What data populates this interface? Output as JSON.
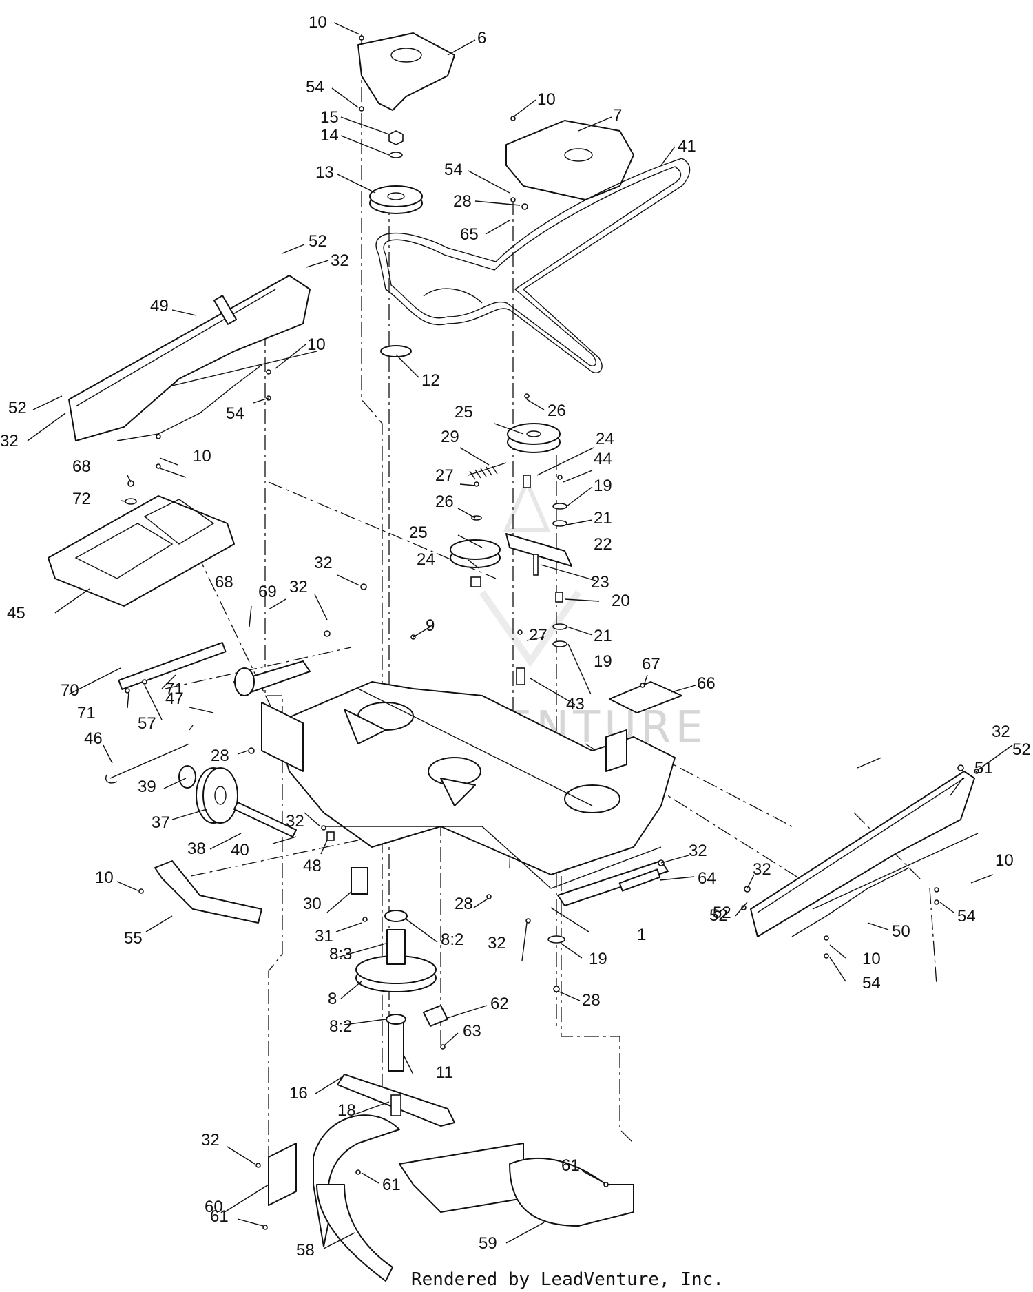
{
  "watermark": "LEADVENTURE",
  "footer": "Rendered by LeadVenture, Inc.",
  "callouts": [
    "10",
    "6",
    "54",
    "15",
    "14",
    "13",
    "10",
    "7",
    "41",
    "54",
    "28",
    "65",
    "52",
    "32",
    "49",
    "10",
    "12",
    "52",
    "32",
    "10",
    "54",
    "26",
    "25",
    "29",
    "24",
    "44",
    "27",
    "19",
    "26",
    "21",
    "25",
    "22",
    "68",
    "72",
    "24",
    "23",
    "20",
    "45",
    "32",
    "68",
    "69",
    "32",
    "9",
    "27",
    "21",
    "19",
    "67",
    "66",
    "70",
    "71",
    "71",
    "47",
    "43",
    "57",
    "46",
    "28",
    "52",
    "32",
    "51",
    "52",
    "39",
    "37",
    "38",
    "32",
    "40",
    "48",
    "32",
    "64",
    "10",
    "32",
    "10",
    "55",
    "30",
    "28",
    "52",
    "54",
    "31",
    "8:2",
    "32",
    "1",
    "50",
    "8:3",
    "19",
    "10",
    "54",
    "8",
    "28",
    "62",
    "8:2",
    "63",
    "11",
    "16",
    "18",
    "32",
    "61",
    "60",
    "61",
    "61",
    "58",
    "59"
  ]
}
